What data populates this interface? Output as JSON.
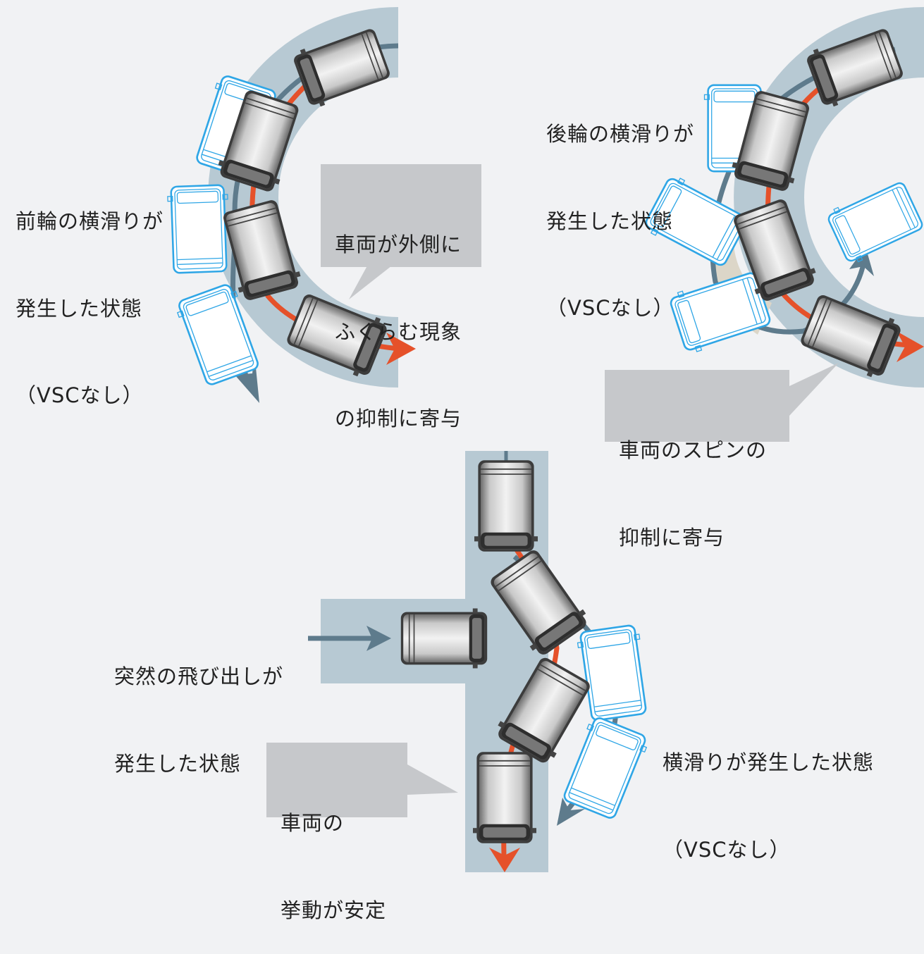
{
  "colors": {
    "background": "#f1f2f4",
    "road": "#b7c9d3",
    "callout": "#c6c8cb",
    "vsc_path": "#e5512a",
    "skid_path": "#5e7b8c",
    "skid_vehicle": "#2fa6e6",
    "vehicle_body": "#9a9a9a"
  },
  "icons": [
    "van-icon",
    "arrow-icon"
  ],
  "scenes": {
    "front_skid": {
      "label": [
        "前輪の横滑りが",
        "発生した状態",
        "（VSCなし）"
      ],
      "callout": [
        "車両が外側に",
        "ふくらむ現象",
        "の抑制に寄与"
      ]
    },
    "rear_skid": {
      "label": [
        "後輪の横滑りが",
        "発生した状態",
        "（VSCなし）"
      ],
      "callout": [
        "車両のスピンの",
        "抑制に寄与"
      ]
    },
    "sudden_obstacle": {
      "label_obstacle": [
        "突然の飛び出しが",
        "発生した状態"
      ],
      "label_skid": [
        "横滑りが発生した状態",
        "（VSCなし）"
      ],
      "callout": [
        "車両の",
        "挙動が安定"
      ]
    }
  }
}
